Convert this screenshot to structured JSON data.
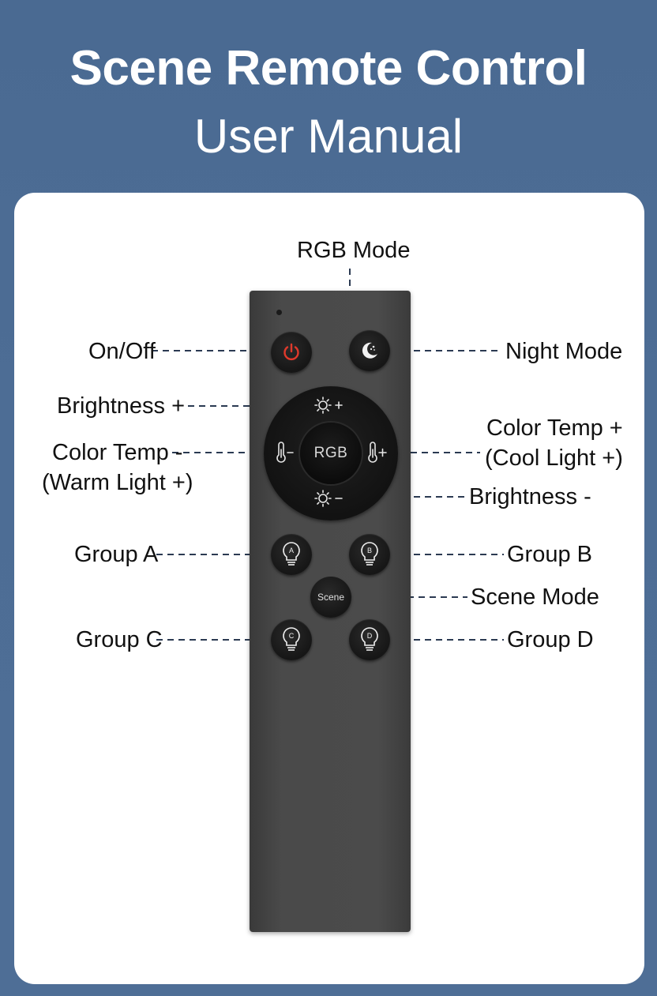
{
  "header": {
    "title": "Scene Remote Control",
    "subtitle": "User Manual"
  },
  "remote": {
    "rgb_button": "RGB",
    "scene_button": "Scene",
    "group_letters": {
      "a": "A",
      "b": "B",
      "c": "C",
      "d": "D"
    }
  },
  "labels": {
    "rgb_mode": "RGB Mode",
    "on_off": "On/Off",
    "night_mode": "Night Mode",
    "brightness_plus": "Brightness +",
    "color_temp_minus": "Color Temp -",
    "warm_light_plus": "(Warm Light +)",
    "color_temp_plus": "Color Temp +",
    "cool_light_plus": "(Cool Light +)",
    "brightness_minus": "Brightness -",
    "group_a": "Group A",
    "group_b": "Group B",
    "scene_mode": "Scene Mode",
    "group_c": "Group C",
    "group_d": "Group D"
  },
  "colors": {
    "background": "#4d6d95",
    "power_icon": "#e0392b",
    "leader_line": "#2b3a52",
    "remote_body": "#454545"
  },
  "icons": [
    "power-icon",
    "moon-icon",
    "sun-plus-icon",
    "sun-minus-icon",
    "thermometer-minus-icon",
    "thermometer-plus-icon",
    "bulb-icon"
  ]
}
